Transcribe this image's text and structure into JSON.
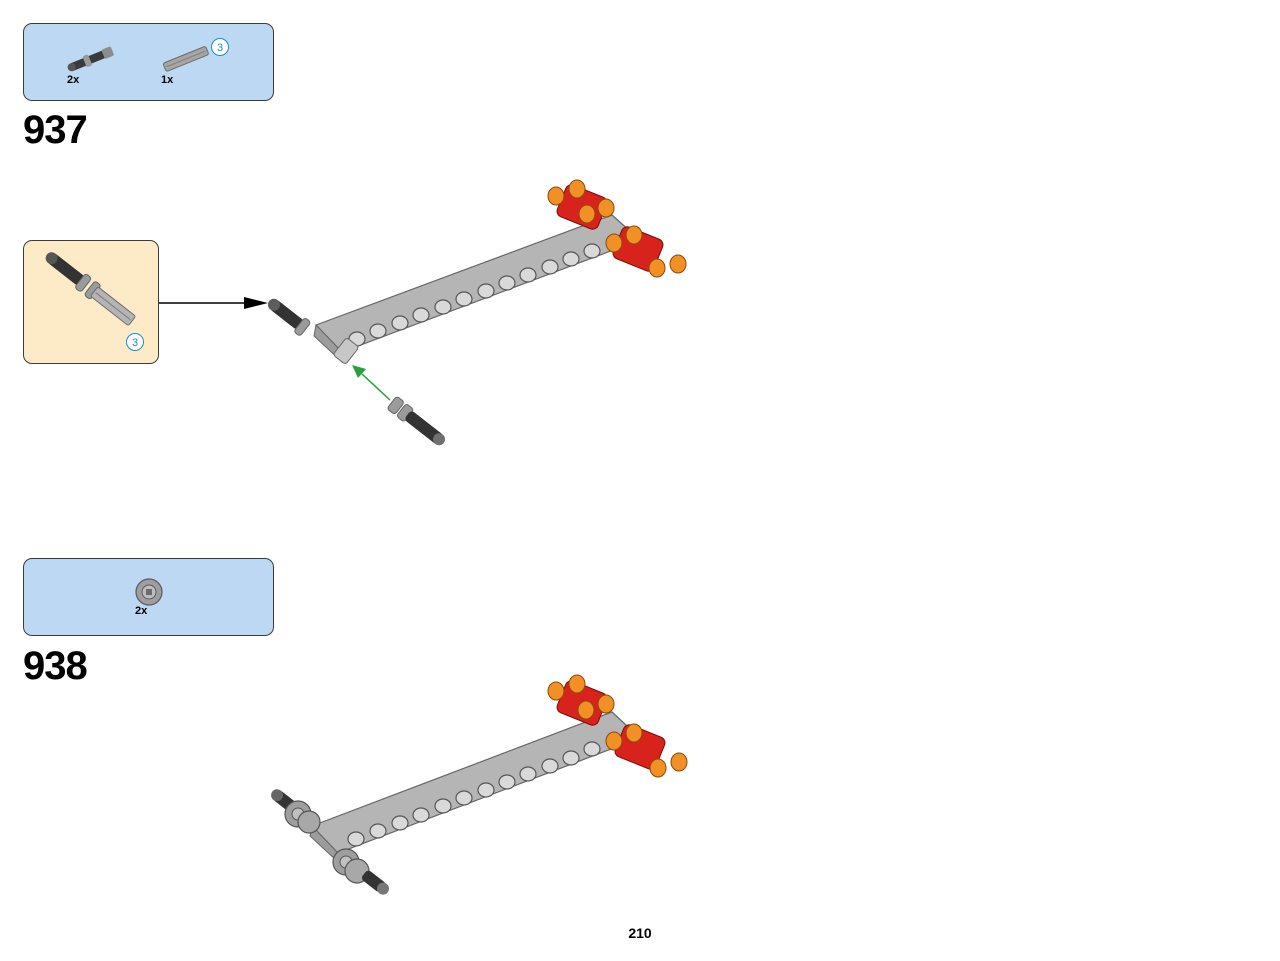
{
  "steps": [
    {
      "number": "937",
      "parts": [
        {
          "icon": "axle-pin-with-bush-icon",
          "quantity": "2x"
        },
        {
          "icon": "axle-3-icon",
          "quantity": "1x",
          "length_badge": "3"
        }
      ],
      "subassembly": {
        "icon": "axle-pin-with-bush-icon",
        "length_badge": "3"
      }
    },
    {
      "number": "938",
      "parts": [
        {
          "icon": "half-bush-icon",
          "quantity": "2x"
        }
      ]
    }
  ],
  "page_number": "210",
  "colors": {
    "parts_box": "#bcd8f3",
    "subassembly_box": "#fdebc7",
    "beam": "#b5b5b5",
    "red_part": "#d8231c",
    "orange_pin": "#f28f25",
    "motion_arrow": "#29a03a",
    "callout_arrow": "#000000",
    "length_badge": "#1b8fc0"
  }
}
